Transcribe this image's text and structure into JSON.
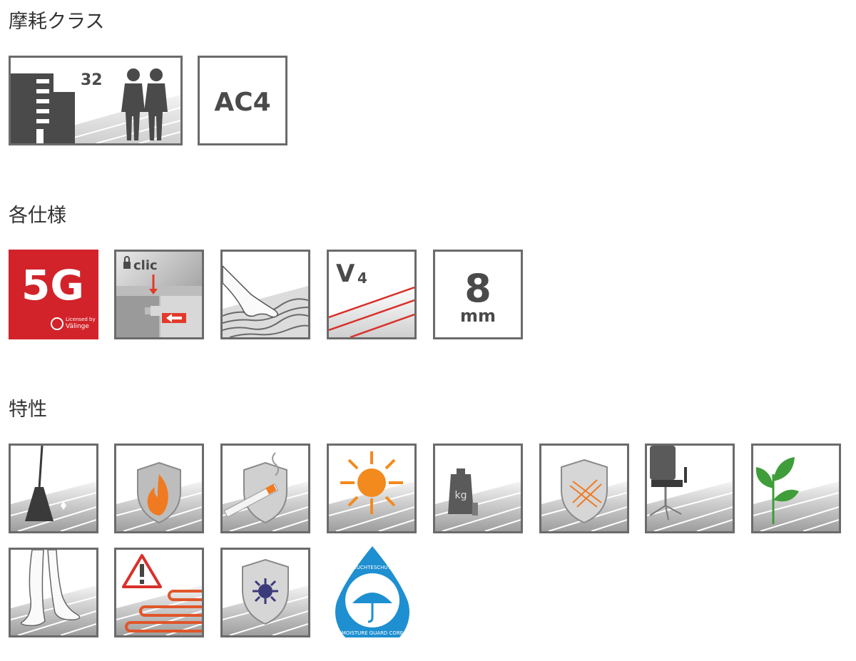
{
  "sections": {
    "wear_class": {
      "title": "摩耗クラス"
    },
    "specs": {
      "title": "各仕様"
    },
    "features": {
      "title": "特性"
    }
  },
  "icons": {
    "usage_class": {
      "number": "32"
    },
    "abrasion_class": {
      "label": "AC4"
    },
    "five_g": {
      "label": "5G",
      "sub1": "Licensed by",
      "sub2": "Välinge"
    },
    "clic": {
      "label": "clic"
    },
    "v_groove": {
      "label": "V",
      "sub": "4"
    },
    "thickness": {
      "value": "8",
      "unit": "mm"
    },
    "moisture": {
      "top": "FEUCHTESCHUTZ",
      "bottom": "MOISTURE GUARD CORE"
    }
  },
  "colors": {
    "frame": "#6b6b6b",
    "dark_gray": "#4a4a4a",
    "red_5g": "#d2232a",
    "flame_orange": "#f07a22",
    "sun_orange": "#f28a1e",
    "leaf_green": "#3f9d3a",
    "blue_drop": "#1e8fd1",
    "bacteria_purple": "#3b3a7a"
  }
}
